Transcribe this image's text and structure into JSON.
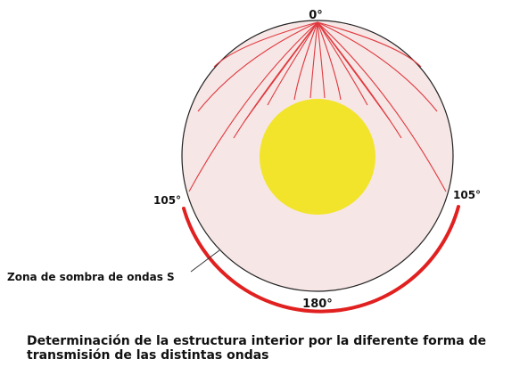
{
  "labels": {
    "top_angle": "0°",
    "left_angle": "105°",
    "right_angle": "105°",
    "bottom_angle": "180°",
    "shadow_zone": "Zona de sombra de ondas S"
  },
  "caption": {
    "line1": "Determinación de la estructura interior por la diferente forma de",
    "line2": "transmisión de las distintas ondas"
  },
  "colors": {
    "earth_fill": "#f6e6e6",
    "core_fill": "#f2e42a",
    "wave_rays": "#e0393e",
    "shadow_arc": "#e12020",
    "outline": "#222222"
  }
}
